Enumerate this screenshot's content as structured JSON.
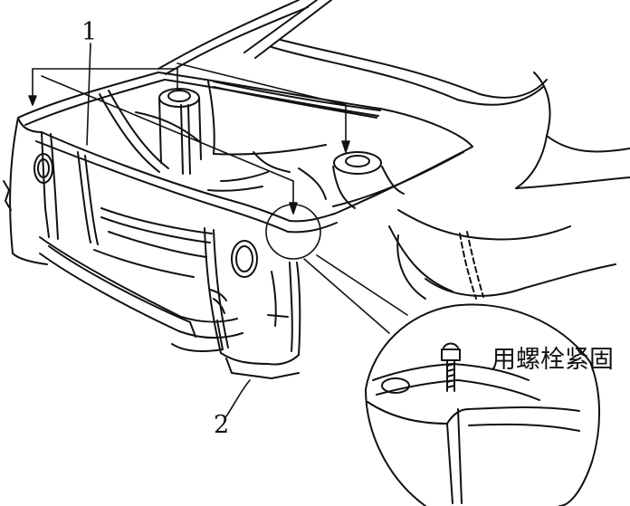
{
  "diagram": {
    "callouts": {
      "part_1": "1",
      "part_2": "2"
    },
    "detail_note": "用螺栓紧固",
    "colors": {
      "ink": "#111111",
      "paper": "#ffffff"
    }
  }
}
